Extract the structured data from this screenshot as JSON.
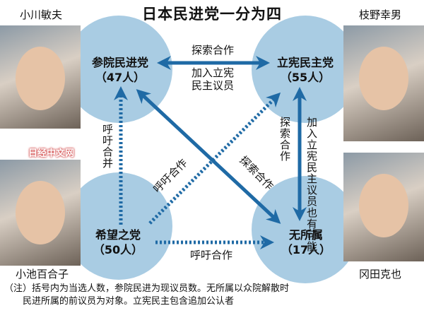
{
  "title": "日本民进党一分为四",
  "colors": {
    "circle": "#a9cce3",
    "arrow": "#1f6aa5"
  },
  "people": {
    "top_left": "小川敏夫",
    "top_right": "枝野幸男",
    "bottom_left": "小池百合子",
    "bottom_right": "冈田克也"
  },
  "parties": {
    "sanin": {
      "name": "参院民进党",
      "seats": "（47人）"
    },
    "rikken": {
      "name": "立宪民主党",
      "seats": "（55人）"
    },
    "kibou": {
      "name": "希望之党",
      "seats": "（50人）"
    },
    "mushozoku": {
      "name": "无所属",
      "seats": "（17人）"
    }
  },
  "relations": {
    "sanin_rikken_top": "探索合作",
    "sanin_rikken_bottom_1": "加入立宪",
    "sanin_rikken_bottom_2": "民主议员",
    "kibou_sanin": "呼吁合并",
    "kibou_rikken": "呼吁合作",
    "sanin_mushozoku": "探索合作",
    "kibou_mushozoku": "呼吁合作",
    "rikken_mushozoku_left": "探索合作",
    "rikken_mushozoku_right": "加入立宪民主议员也有可能"
  },
  "watermark": "日经中文网",
  "note_line1": "（注）括号内为当选人数，参院民进为现议员数。无所属以众院解散时",
  "note_line2": "民进所属的前议员为对象。立宪民主包含追加公认者"
}
